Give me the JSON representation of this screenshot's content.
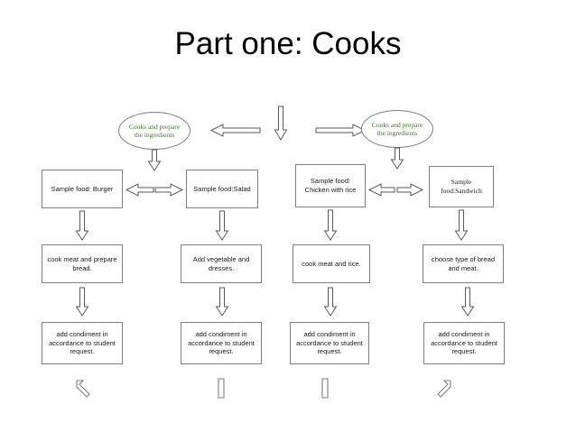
{
  "slide": {
    "title": "Part one: Cooks",
    "background_color": "#ffffff",
    "title_color": "#000000"
  },
  "palette": {
    "ellipse_text": "#3f7a2e",
    "box_border": "#808080",
    "arrow_stroke": "#595959",
    "box_text": "#1a1a1a"
  },
  "diagram": {
    "type": "flowchart",
    "ellipses": [
      {
        "id": "ellipse-left",
        "label": "Cooks  and prepare the ingredients"
      },
      {
        "id": "ellipse-right",
        "label": "Cooks  and prepare the ingredients"
      }
    ],
    "columns": [
      {
        "id": "column-burger",
        "sample": "Sample food: Burger",
        "step": "cook meat and prepare bread.",
        "final": "add condiment in accordance to student request."
      },
      {
        "id": "column-salad",
        "sample": "Sample food:Salad",
        "step": "Add vegetable and dresses.",
        "final": "add condiment in accordance to student request."
      },
      {
        "id": "column-chicken",
        "sample": "Sample food: Chicken with rice",
        "step": "cook meat and rice.",
        "final": "add condiment in accordance to student request."
      },
      {
        "id": "column-sandwich",
        "sample": "Sample food:Sandwich",
        "step": "choose type of bread and meat.",
        "final": "add condiment in accordance to student request."
      }
    ],
    "connectors": [
      {
        "id": "arrow-top-center-down",
        "direction": "down"
      },
      {
        "id": "arrow-top-left",
        "direction": "left"
      },
      {
        "id": "arrow-top-right",
        "direction": "right"
      },
      {
        "id": "arrow-ellipse-left-down",
        "direction": "down"
      },
      {
        "id": "arrow-ellipse-right-down",
        "direction": "down"
      },
      {
        "id": "arrow-burger-salad-left",
        "direction": "left"
      },
      {
        "id": "arrow-burger-salad-right",
        "direction": "right"
      },
      {
        "id": "arrow-chicken-sandwich-left",
        "direction": "left"
      },
      {
        "id": "arrow-chicken-sandwich-right",
        "direction": "right"
      },
      {
        "id": "arrow-burger-down-1",
        "direction": "down"
      },
      {
        "id": "arrow-salad-down-1",
        "direction": "down"
      },
      {
        "id": "arrow-chicken-down-1",
        "direction": "down"
      },
      {
        "id": "arrow-sandwich-down-1",
        "direction": "down"
      },
      {
        "id": "arrow-burger-down-2",
        "direction": "down"
      },
      {
        "id": "arrow-salad-down-2",
        "direction": "down"
      },
      {
        "id": "arrow-chicken-down-2",
        "direction": "down"
      },
      {
        "id": "arrow-sandwich-down-2",
        "direction": "down"
      },
      {
        "id": "arrow-stub-burger",
        "direction": "up-left"
      },
      {
        "id": "arrow-stub-salad",
        "direction": "up"
      },
      {
        "id": "arrow-stub-chicken",
        "direction": "up"
      },
      {
        "id": "arrow-stub-sandwich",
        "direction": "up-right"
      }
    ]
  }
}
